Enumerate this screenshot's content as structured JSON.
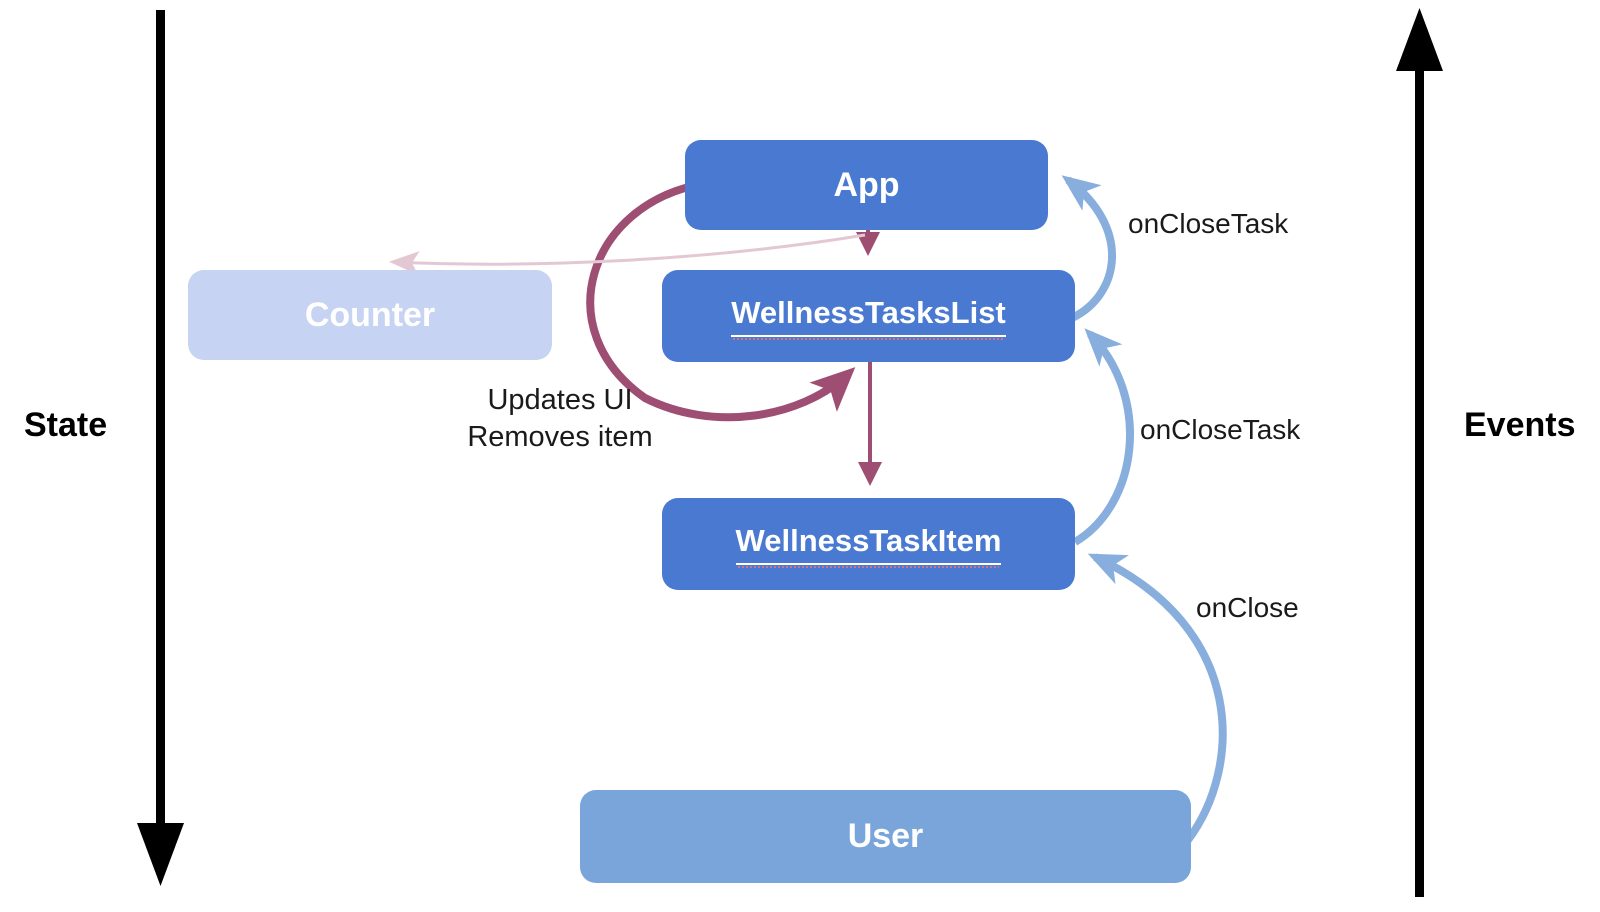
{
  "diagram": {
    "axes": {
      "state_label": "State",
      "events_label": "Events"
    },
    "nodes": [
      {
        "id": "app",
        "label": "App"
      },
      {
        "id": "counter",
        "label": "Counter"
      },
      {
        "id": "wellness-tasks-list",
        "label": "WellnessTasksList"
      },
      {
        "id": "wellness-task-item",
        "label": "WellnessTaskItem"
      },
      {
        "id": "user",
        "label": "User"
      }
    ],
    "edges": [
      {
        "from": "App",
        "to": "WellnessTasksList",
        "kind": "state-prop",
        "label": ""
      },
      {
        "from": "WellnessTasksList",
        "to": "WellnessTaskItem",
        "kind": "state-prop",
        "label": ""
      },
      {
        "from": "App",
        "to": "Counter",
        "kind": "state-prop-faded",
        "label": ""
      },
      {
        "from": "App",
        "to": "WellnessTasksList",
        "kind": "state-update-loop",
        "label": "Updates UI Removes item"
      },
      {
        "from": "WellnessTasksList",
        "to": "App",
        "kind": "event",
        "label": "onCloseTask"
      },
      {
        "from": "WellnessTaskItem",
        "to": "WellnessTasksList",
        "kind": "event",
        "label": "onCloseTask"
      },
      {
        "from": "User",
        "to": "WellnessTaskItem",
        "kind": "event",
        "label": "onClose"
      }
    ],
    "labels": {
      "on_close_task_top": "onCloseTask",
      "on_close_task_mid": "onCloseTask",
      "on_close": "onClose",
      "updates_ui": "Updates UI",
      "removes_item": "Removes item"
    },
    "colors": {
      "node_blue": "#4a79d1",
      "node_light_blue": "#7aa5db",
      "node_faded_lavender": "#c6d3f2",
      "event_arrow_blue": "#88aede",
      "state_loop_maroon": "#9e4d73",
      "faded_pink_arrow": "#e3c8d4",
      "axis_arrow_black": "#000000",
      "node_text": "#ffffff",
      "label_text": "#1a1a1a"
    }
  }
}
